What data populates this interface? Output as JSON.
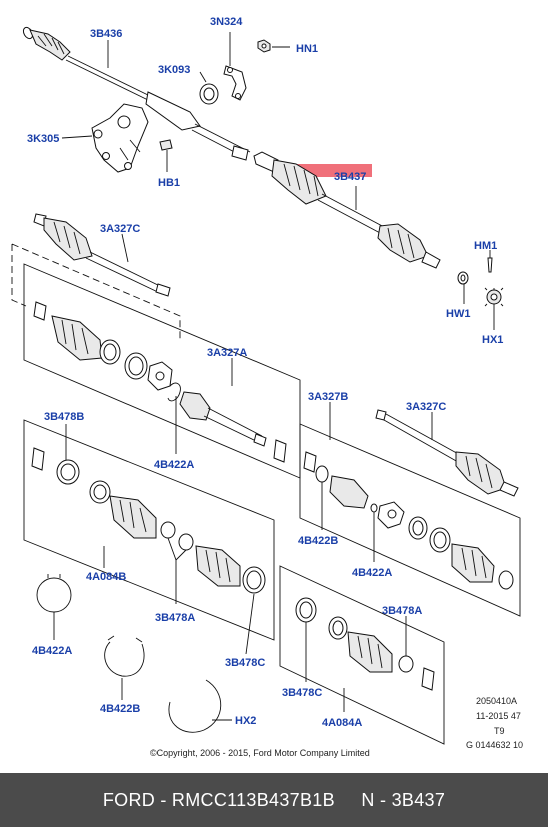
{
  "labels": {
    "3B436": "3B436",
    "3N324": "3N324",
    "HN1": "HN1",
    "3K093": "3K093",
    "3K305": "3K305",
    "HB1": "HB1",
    "3B437": "3B437",
    "3A327C_top": "3A327C",
    "HM1": "HM1",
    "HW1": "HW1",
    "HX1": "HX1",
    "3A327A": "3A327A",
    "3B478B": "3B478B",
    "4B422A_mid": "4B422A",
    "3A327B": "3A327B",
    "3A327C_right": "3A327C",
    "4B422B_mid": "4B422B",
    "4B422A_right": "4B422A",
    "4A084B": "4A084B",
    "3B478A_mid": "3B478A",
    "3B478A_right": "3B478A",
    "4B422A_low": "4B422A",
    "3B478C_mid": "3B478C",
    "3B478C_right": "3B478C",
    "4B422B_low": "4B422B",
    "4A084A": "4A084A",
    "HX2": "HX2"
  },
  "reference": {
    "line1": "2050410A",
    "line2": "11-2015 47",
    "line3": "T9",
    "line4": "G 0144632 10"
  },
  "copyright": "©Copyright, 2006 - 2015, Ford Motor Company Limited",
  "highlight_color": "#f0707a",
  "label_color": "#1a3fa8",
  "footer": {
    "text": "FORD - RMCC113B437B1B     N - 3B437"
  }
}
